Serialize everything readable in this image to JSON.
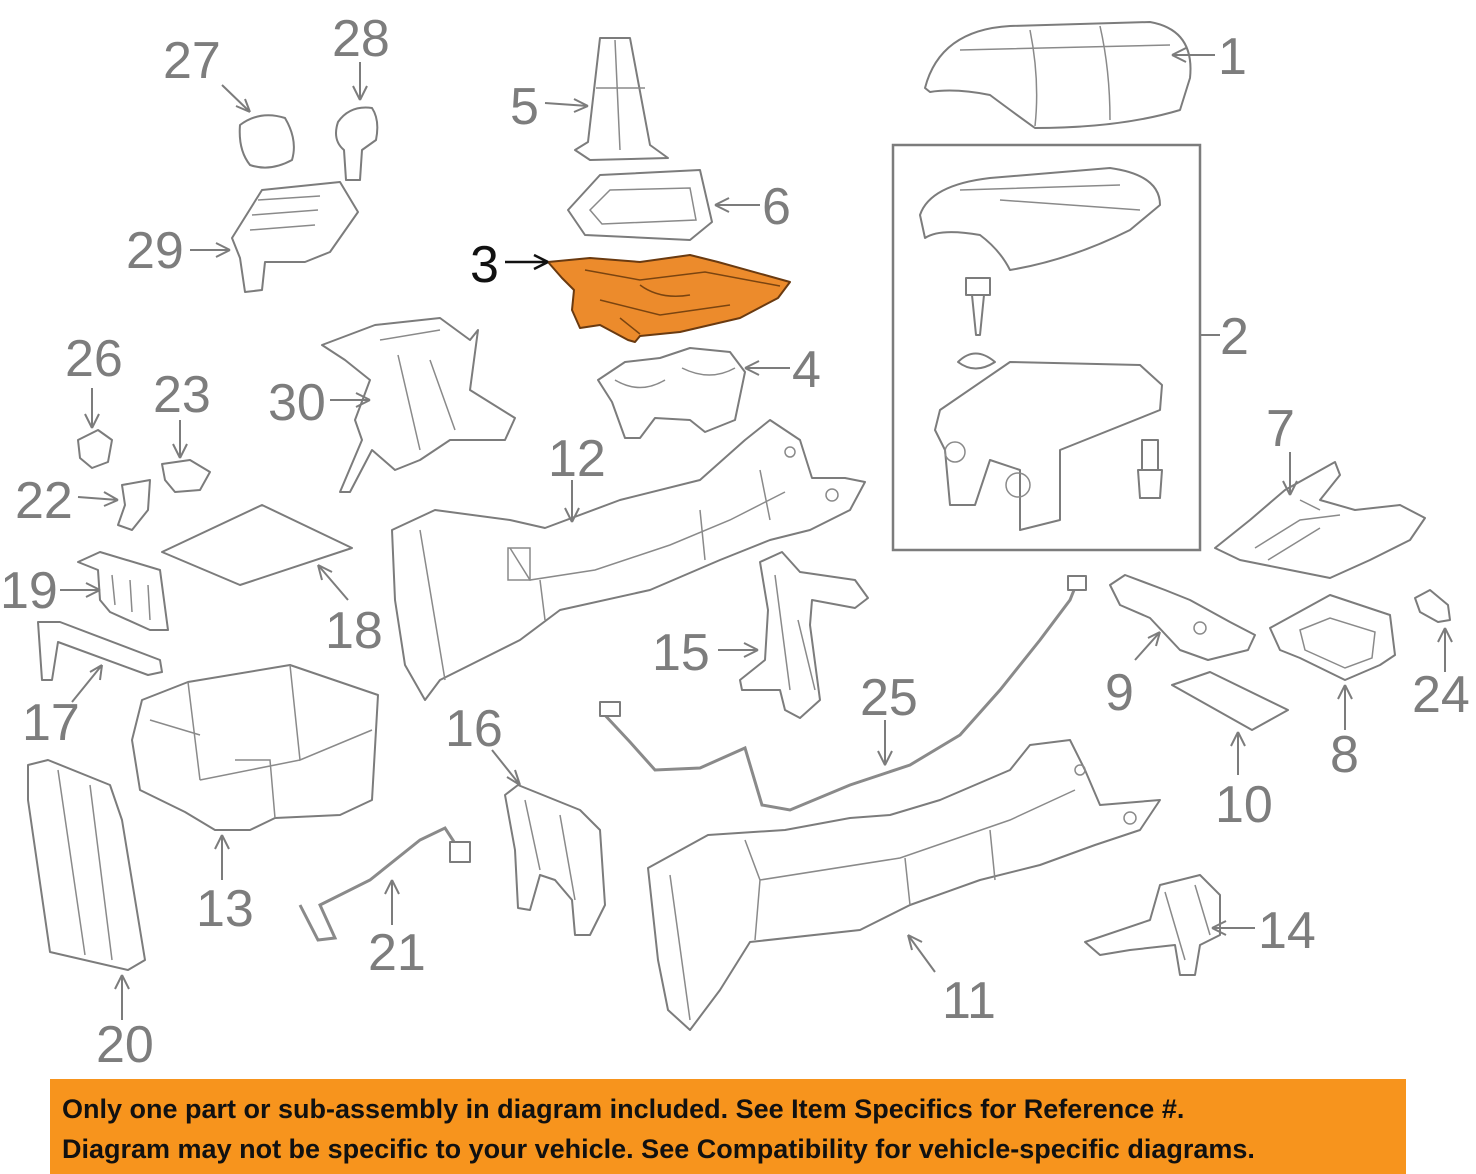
{
  "diagram": {
    "callouts": {
      "c1": "1",
      "c2": "2",
      "c3": "3",
      "c4": "4",
      "c5": "5",
      "c6": "6",
      "c7": "7",
      "c8": "8",
      "c9": "9",
      "c10": "10",
      "c11": "11",
      "c12": "12",
      "c13": "13",
      "c14": "14",
      "c15": "15",
      "c16": "16",
      "c17": "17",
      "c18": "18",
      "c19": "19",
      "c20": "20",
      "c21": "21",
      "c22": "22",
      "c23": "23",
      "c24": "24",
      "c25": "25",
      "c26": "26",
      "c27": "27",
      "c28": "28",
      "c29": "29",
      "c30": "30"
    },
    "highlighted_part": "3",
    "highlight_color": "#ec8b2c"
  },
  "disclaimer": {
    "line1": "Only one part or sub-assembly in diagram included. See Item Specifics for Reference #.",
    "line2": "Diagram may not be specific to your vehicle. See Compatibility for vehicle-specific diagrams.",
    "background_color": "#f7941d"
  }
}
